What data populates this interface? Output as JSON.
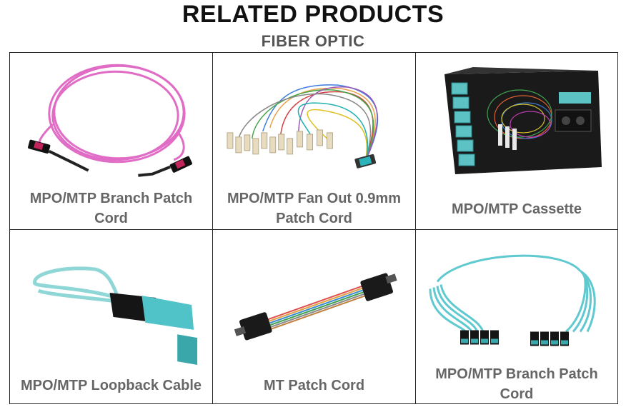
{
  "header": {
    "title": "RELATED PRODUCTS",
    "subtitle": "FIBER OPTIC"
  },
  "products": [
    {
      "label_1": "MPO/MTP Branch Patch",
      "label_2": "Cord",
      "image_icon": "pink-fiber-coil-icon"
    },
    {
      "label_1": "MPO/MTP Fan Out 0.9mm",
      "label_2": "Patch Cord",
      "image_icon": "fan-out-cord-icon"
    },
    {
      "label_1": "MPO/MTP Cassette",
      "label_2": "",
      "image_icon": "cassette-icon"
    },
    {
      "label_1": "MPO/MTP Loopback Cable",
      "label_2": "",
      "image_icon": "loopback-cable-icon"
    },
    {
      "label_1": "MT Patch Cord",
      "label_2": "",
      "image_icon": "mt-patch-cord-icon"
    },
    {
      "label_1": "MPO/MTP Branch Patch",
      "label_2": "Cord",
      "image_icon": "aqua-branch-cord-icon"
    }
  ],
  "colors": {
    "magenta": "#e06cc6",
    "aqua": "#5ec9cf",
    "label_gray": "#666666"
  }
}
